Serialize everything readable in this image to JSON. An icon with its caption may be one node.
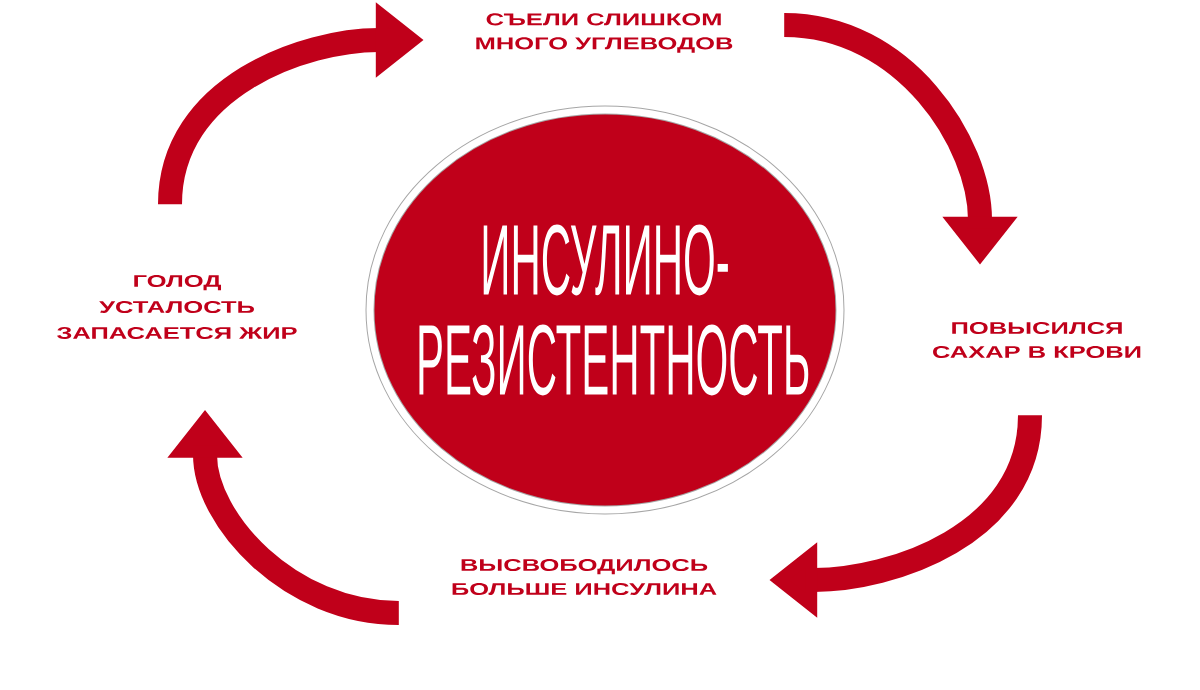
{
  "diagram": {
    "nodes": [
      {
        "text": [
          "ИНСУЛИНО- РЕЗИСТЕНТНОСТЬ"
        ]
      },
      {
        "text": [
          "СЪЕЛИ СЛИШКОМ МНОГО УГЛЕВОДОВ"
        ]
      },
      {
        "text": [
          "ПОВЫСИЛСЯ САХАР В КРОВИ"
        ]
      },
      {
        "text": [
          "ВЫСВОБОДИЛОСЬ БОЛЬШЕ ИНСУЛИНА"
        ]
      },
      {
        "text": [
          "ГОЛОД",
          "УСТАЛОСТЬ",
          "ЗАПАСАЕТСЯ ЖИР"
        ]
      }
    ],
    "edges": [
      {
        "from": 1,
        "to": 2,
        "arrow": "to"
      },
      {
        "from": 2,
        "to": 3,
        "arrow": "to"
      },
      {
        "from": 3,
        "to": 4,
        "arrow": "to"
      },
      {
        "from": 4,
        "to": 1,
        "arrow": "to"
      }
    ]
  }
}
